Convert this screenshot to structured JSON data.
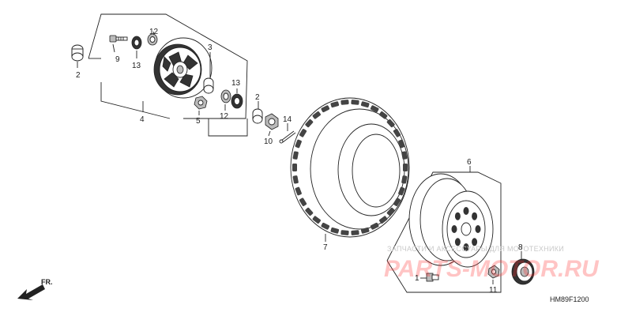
{
  "callouts": {
    "n1": "1",
    "n2a": "2",
    "n2b": "2",
    "n3": "3",
    "n4": "4",
    "n5": "5",
    "n6": "6",
    "n7": "7",
    "n8": "8",
    "n9": "9",
    "n10": "10",
    "n11": "11",
    "n12a": "12",
    "n12b": "12",
    "n13a": "13",
    "n13b": "13",
    "n14": "14"
  },
  "direction_label": "FR.",
  "diagram_code": "HM89F1200",
  "watermark": {
    "top": "ЗАПЧАСТИ И АКСЕССУАРЫ ДЛЯ МОТОТЕХНИКИ",
    "brand": "PARTS-MOTOR.RU"
  }
}
